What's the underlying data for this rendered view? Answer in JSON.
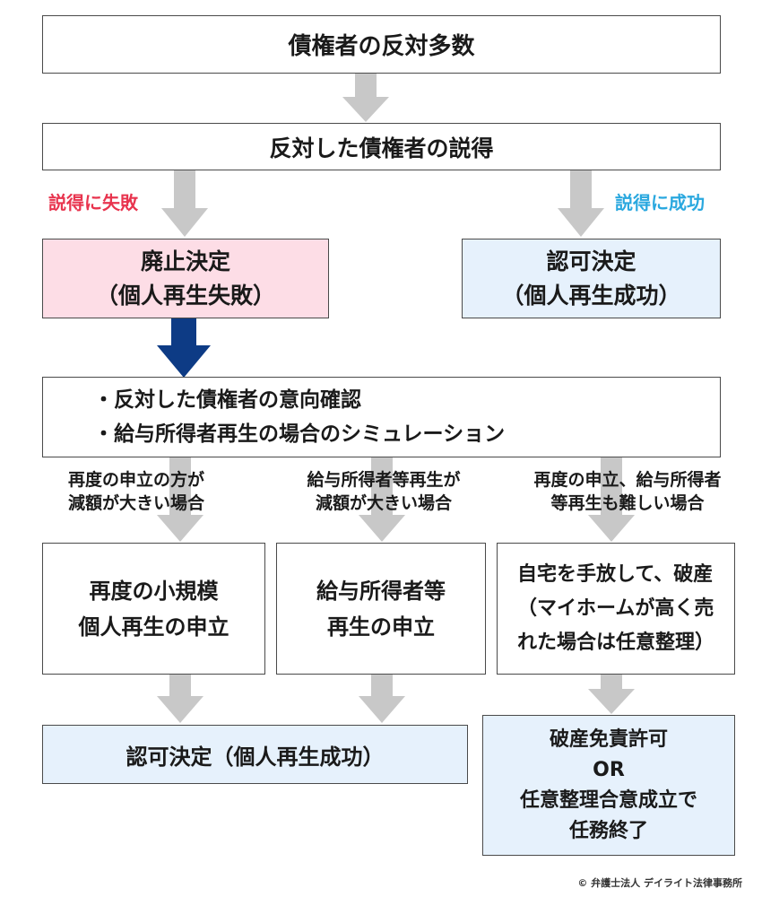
{
  "colors": {
    "fail_label": "#e8344e",
    "success_label": "#2aa8df",
    "fail_box": "#fddde6",
    "success_box": "#e6f1fc",
    "gray_arrow": "#c8c8c8",
    "navy_arrow": "#0d3b85"
  },
  "nodes": {
    "majority_opposition": "債権者の反対多数",
    "persuasion": "反対した債権者の説得",
    "abolition": {
      "line1": "廃止決定",
      "line2": "（個人再生失敗）"
    },
    "approval_top": {
      "line1": "認可決定",
      "line2": "（個人再生成功）"
    },
    "check": {
      "line1": "・反対した債権者の意向確認",
      "line2": "・給与所得者再生の場合のシミュレーション"
    },
    "refile_small": {
      "line1": "再度の小規模",
      "line2": "個人再生の申立"
    },
    "salary_refile": {
      "line1": "給与所得者等",
      "line2": "再生の申立"
    },
    "bankruptcy": {
      "line1": "自宅を手放して、破産",
      "line2": "（マイホームが高く売",
      "line3": "れた場合は任意整理）"
    },
    "approval_bottom": "認可決定（個人再生成功）",
    "discharge": {
      "line1": "破産免責許可",
      "line2": "OR",
      "line3": "任意整理合意成立で",
      "line4": "任務終了"
    }
  },
  "edge_labels": {
    "fail": "説得に失敗",
    "success": "説得に成功",
    "cond_left": {
      "line1": "再度の申立の方が",
      "line2": "減額が大きい場合"
    },
    "cond_mid": {
      "line1": "給与所得者等再生が",
      "line2": "減額が大きい場合"
    },
    "cond_right": {
      "line1": "再度の申立、給与所得者",
      "line2": "等再生も難しい場合"
    }
  },
  "copyright": "© 弁護士法人 デイライト法律事務所"
}
